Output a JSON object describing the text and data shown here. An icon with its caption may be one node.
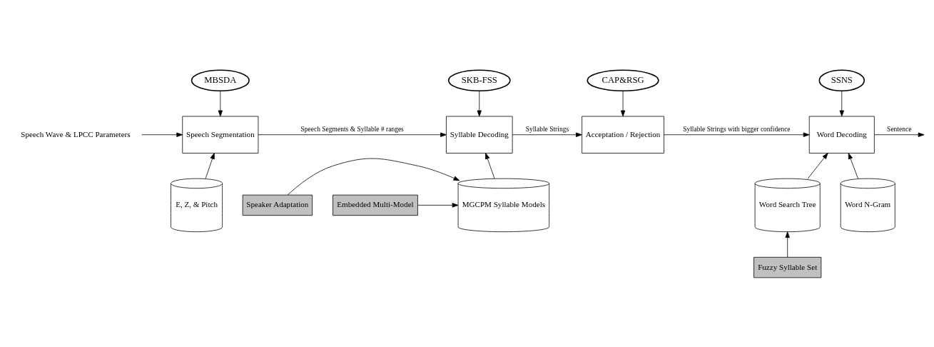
{
  "diagram": {
    "nodes": [
      {
        "text": [
          "MBSDA"
        ]
      },
      {
        "text": [
          "SKB-FSS"
        ]
      },
      {
        "text": [
          "CAP&RSG"
        ]
      },
      {
        "text": [
          "SSNS"
        ]
      },
      {
        "text": [
          "Speech Wave & LPCC Parameters"
        ]
      },
      {
        "text": [
          "Speech Segmentation"
        ]
      },
      {
        "text": [
          "Syllable Decoding"
        ]
      },
      {
        "text": [
          "Acceptation / Rejection"
        ]
      },
      {
        "text": [
          "Word Decoding"
        ]
      },
      {
        "text": [
          "E, Z, & Pitch"
        ]
      },
      {
        "text": [
          "Speaker Adaptation"
        ]
      },
      {
        "text": [
          "MGCPM Syllable Models"
        ]
      },
      {
        "text": [
          "Embedded Multi-Model"
        ]
      },
      {
        "text": [
          "Word Search Tree"
        ]
      },
      {
        "text": [
          "Word N-Gram"
        ]
      },
      {
        "text": [
          "Fuzzy Syllable Set"
        ]
      }
    ],
    "edges": [
      {
        "from": 0,
        "to": 5,
        "arrow": "to"
      },
      {
        "from": 1,
        "to": 6,
        "arrow": "to"
      },
      {
        "from": 2,
        "to": 7,
        "arrow": "to"
      },
      {
        "from": 3,
        "to": 8,
        "arrow": "to"
      },
      {
        "from": 4,
        "to": 5,
        "arrow": "to"
      },
      {
        "from": 5,
        "to": 6,
        "arrow": "to",
        "label": "Speech Segments & Syllable # ranges"
      },
      {
        "from": 6,
        "to": 7,
        "arrow": "to",
        "label": "Syllable Strings"
      },
      {
        "from": 7,
        "to": 8,
        "arrow": "to",
        "label": "Syllable Strings with bigger confidence"
      },
      {
        "from": 8,
        "to": null,
        "arrow": "to",
        "label": "Sentence"
      },
      {
        "from": 9,
        "to": 5,
        "arrow": "to"
      },
      {
        "from": 11,
        "to": 6,
        "arrow": "to"
      },
      {
        "from": 10,
        "to": 11,
        "arrow": "to"
      },
      {
        "from": 12,
        "to": 11,
        "arrow": "to"
      },
      {
        "from": 13,
        "to": 8,
        "arrow": "to"
      },
      {
        "from": 14,
        "to": 8,
        "arrow": "to"
      },
      {
        "from": 15,
        "to": 13,
        "arrow": "to"
      }
    ]
  }
}
